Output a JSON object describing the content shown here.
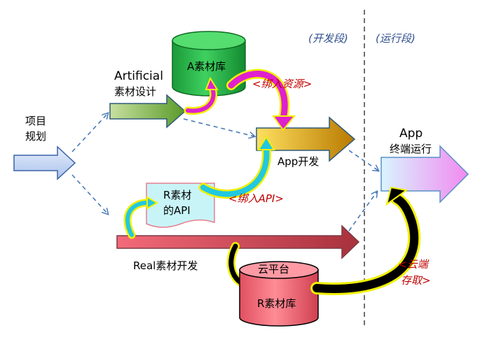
{
  "phases": {
    "dev": "(开发段)",
    "run": "(运行段)"
  },
  "nodes": {
    "plan": {
      "line1": "项目",
      "line2": "规划"
    },
    "artificial": {
      "line1": "Artificial",
      "line2": "素材设计"
    },
    "a_db": {
      "label": "A素材库"
    },
    "app_dev": {
      "label": "App开发"
    },
    "app_run": {
      "line1": "App",
      "line2": "终端运行"
    },
    "r_api": {
      "line1": "R素材",
      "line2": "的API"
    },
    "real_dev": {
      "label": "Real素材开发"
    },
    "cloud_db": {
      "top": "云平台",
      "label": "R素材库"
    }
  },
  "annotations": {
    "bind_resource": "<绑入资源>",
    "bind_api": "<绑入API>",
    "cloud_line1": "<云端",
    "cloud_line2": "存取>"
  },
  "colors": {
    "green": "#2db84a",
    "orange": "#e8a800",
    "red": "#e85a6a",
    "magenta": "#e020d0",
    "cyan": "#22c8e0",
    "yellow": "#f2f200",
    "note_red": "#c00000",
    "phase_blue": "#2f4f8f"
  }
}
